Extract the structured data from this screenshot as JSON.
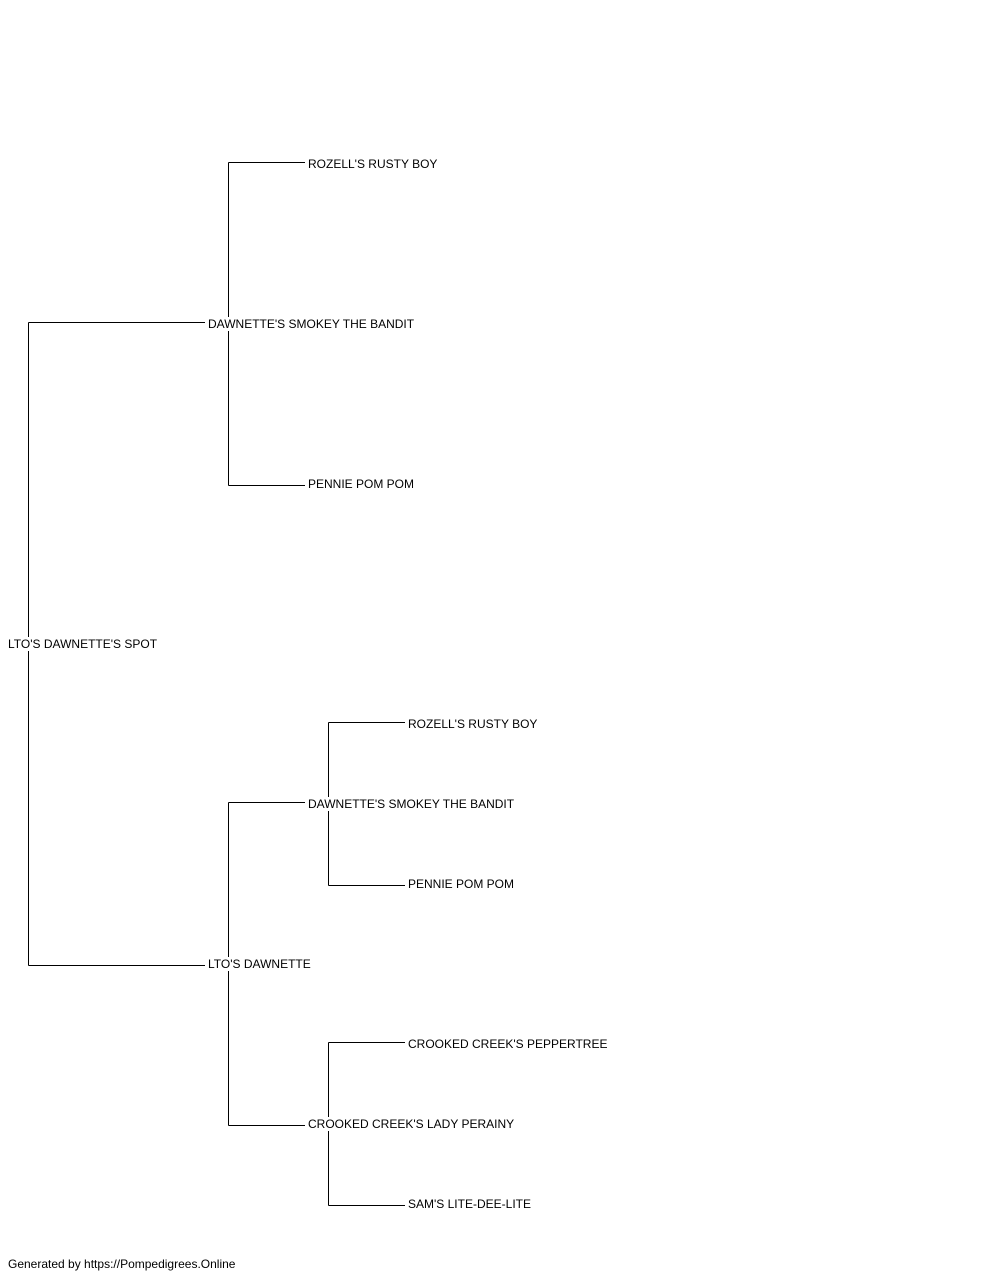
{
  "pedigree": {
    "subject": "LTO'S DAWNETTE'S SPOT",
    "sire": {
      "name": "DAWNETTE'S SMOKEY THE BANDIT",
      "sire": {
        "name": "ROZELL'S RUSTY BOY"
      },
      "dam": {
        "name": "PENNIE POM POM"
      }
    },
    "dam": {
      "name": "LTO'S DAWNETTE",
      "sire": {
        "name": "DAWNETTE'S SMOKEY THE BANDIT",
        "sire": {
          "name": "ROZELL'S RUSTY BOY"
        },
        "dam": {
          "name": "PENNIE POM POM"
        }
      },
      "dam": {
        "name": "CROOKED CREEK'S LADY PERAINY",
        "sire": {
          "name": "CROOKED CREEK'S PEPPERTREE"
        },
        "dam": {
          "name": "SAM'S LITE-DEE-LITE"
        }
      }
    }
  },
  "footer": {
    "text": "Generated by https://Pompedigrees.Online"
  },
  "colors": {
    "line": "#000000",
    "text": "#000000",
    "background": "#ffffff"
  }
}
